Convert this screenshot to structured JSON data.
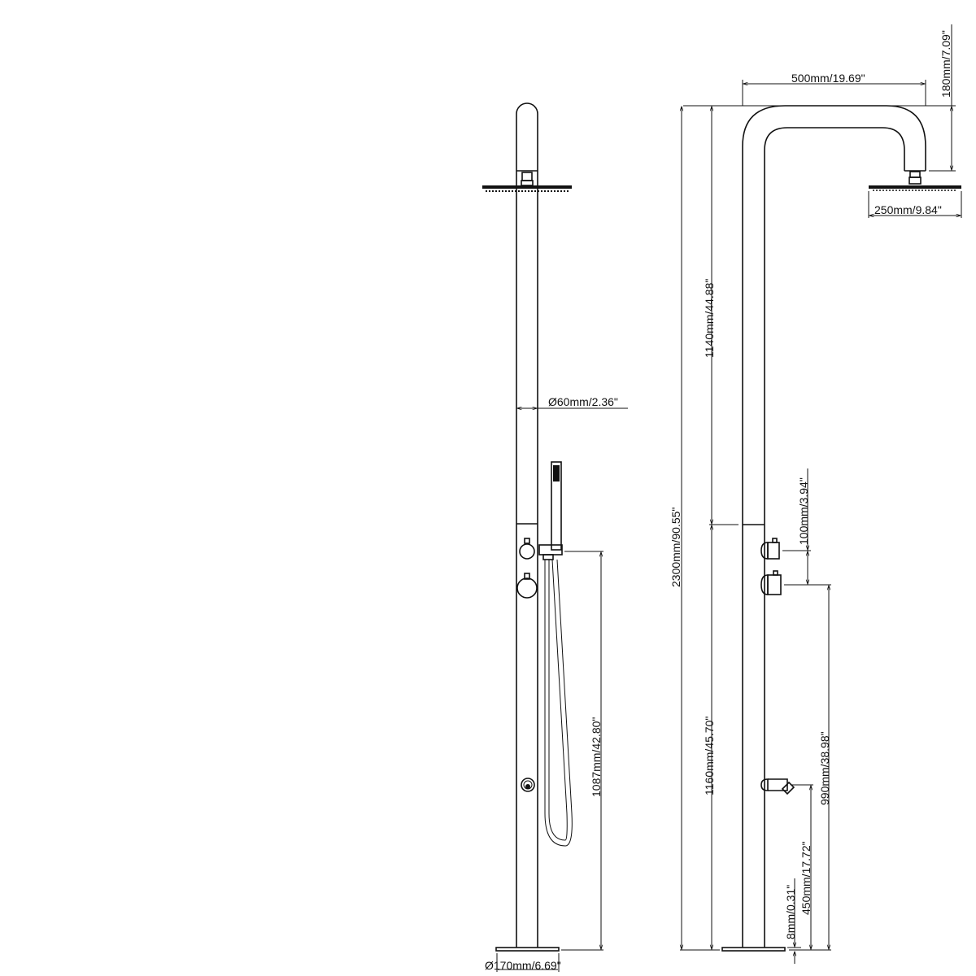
{
  "drawing": {
    "front_view": {
      "pipe_diameter": "Ø60mm/2.36\"",
      "handshower_height": "1087mm/42.80\"",
      "base_diameter": "Ø170mm/6.69\""
    },
    "side_view": {
      "arm_reach": "500mm/19.69\"",
      "arm_drop": "180mm/7.09\"",
      "head_diameter": "250mm/9.84\"",
      "total_height": "2300mm/90.55\"",
      "upper_section": "1140mm/44.88\"",
      "lower_section": "1160mm/45.70\"",
      "valve_spacing": "100mm/3.94\"",
      "valve_height": "990mm/38.98\"",
      "spout_height": "450mm/17.72\"",
      "base_thickness": "8mm/0.31\""
    },
    "colors": {
      "line": "#111111",
      "background": "#ffffff"
    }
  }
}
